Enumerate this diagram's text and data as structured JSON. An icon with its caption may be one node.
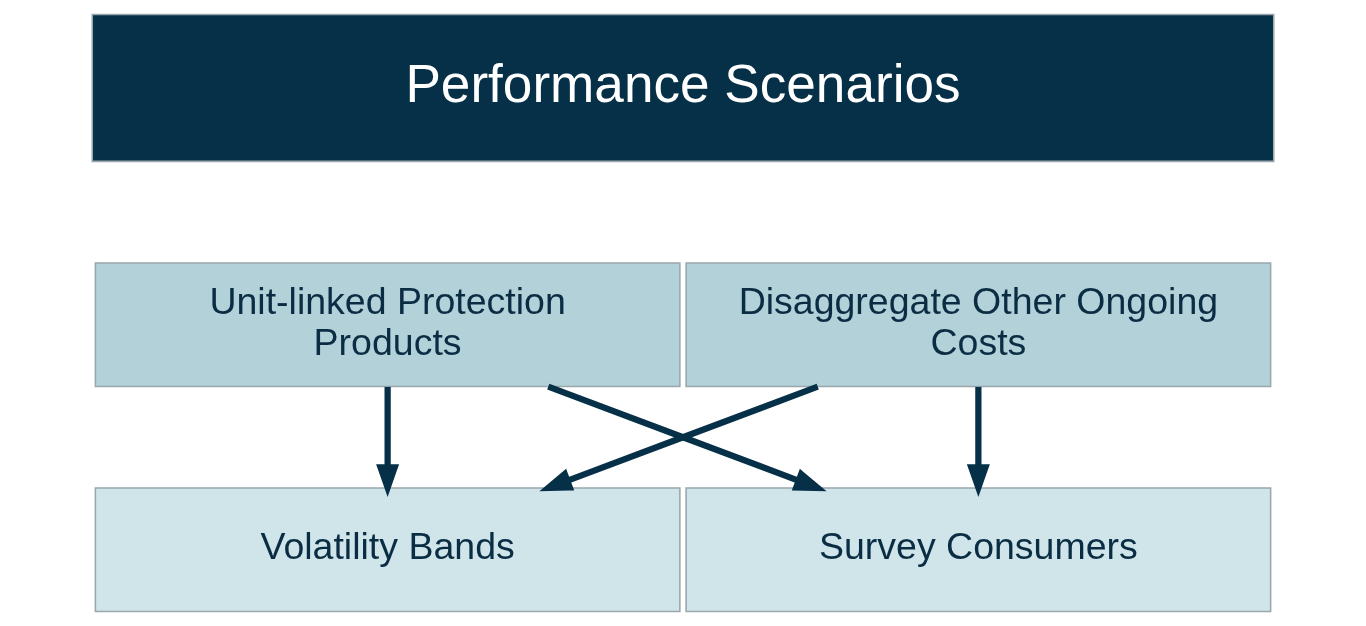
{
  "diagram": {
    "nodes": [
      {
        "text": [
          "Performance Scenarios"
        ]
      },
      {
        "text": [
          "Unit-linked Protection Products"
        ]
      },
      {
        "text": [
          "Disaggregate Other Ongoing Costs"
        ]
      },
      {
        "text": [
          "Volatility Bands"
        ]
      },
      {
        "text": [
          "Survey Consumers"
        ]
      }
    ],
    "edges": [
      {
        "from": 1,
        "to": 3,
        "arrow": "to"
      },
      {
        "from": 1,
        "to": 4,
        "arrow": "to"
      },
      {
        "from": 2,
        "to": 3,
        "arrow": "to"
      },
      {
        "from": 2,
        "to": 4,
        "arrow": "to"
      }
    ]
  }
}
